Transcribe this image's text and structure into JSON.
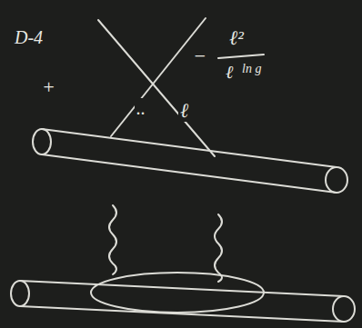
{
  "diagram": {
    "labels": [
      "D-4",
      "+",
      "..",
      "−",
      "ℓ²",
      "ℓ",
      "ln g",
      "ℓ"
    ]
  }
}
